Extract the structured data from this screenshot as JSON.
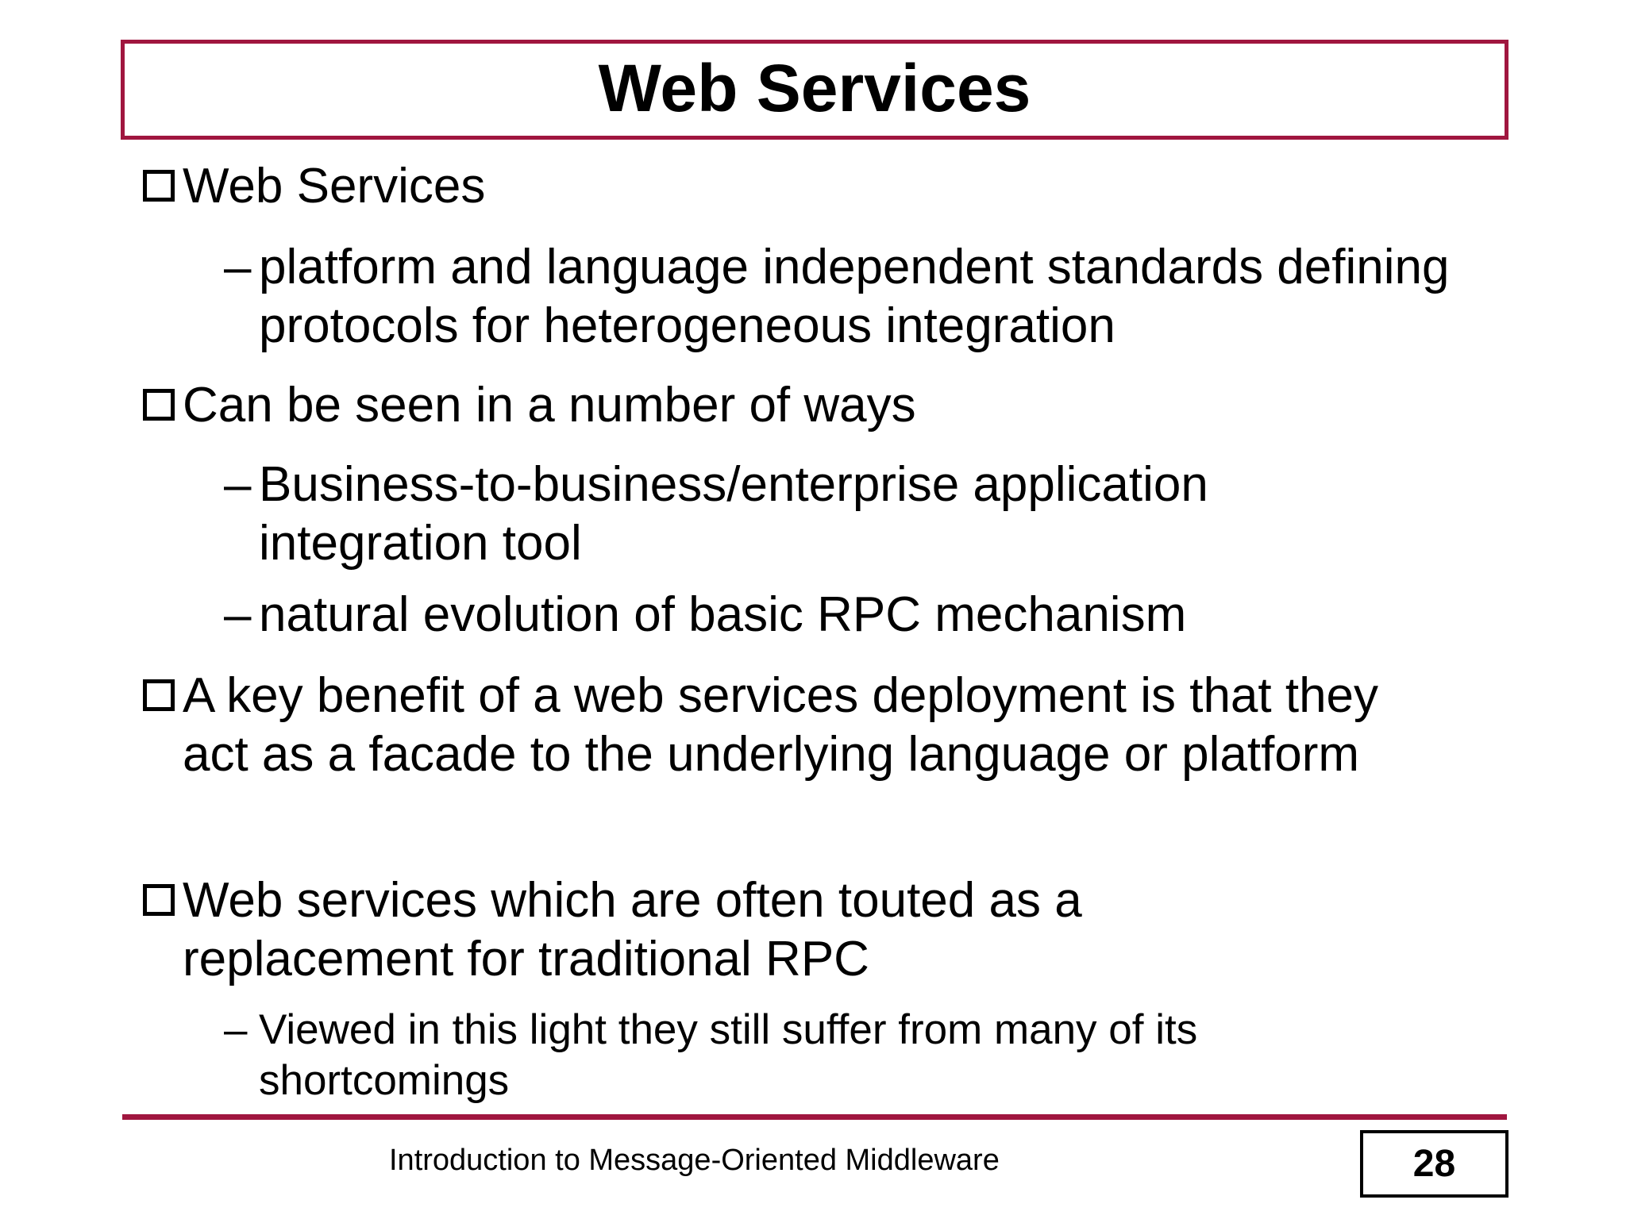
{
  "slide": {
    "title": "Web Services",
    "bullets": [
      {
        "text": "Web Services",
        "subs": [
          "platform and language independent standards defining protocols for heterogeneous integration"
        ]
      },
      {
        "text": "Can be seen in a number of ways",
        "subs": [
          "Business-to-business/enterprise application integration tool",
          "natural evolution of basic RPC mechanism"
        ]
      },
      {
        "text": "A key benefit of a web services deployment is that they act as a facade to the underlying language or platform",
        "subs": []
      },
      {
        "text": "Web services which are often touted as a replacement for traditional RPC",
        "subs": [
          "Viewed in this light they still suffer from many of its shortcomings"
        ]
      }
    ],
    "dash": "–"
  },
  "footer": {
    "text": "Introduction to Message-Oriented Middleware",
    "page_number": "28"
  },
  "colors": {
    "accent": "#a0163f",
    "text": "#000000",
    "background": "#ffffff"
  }
}
